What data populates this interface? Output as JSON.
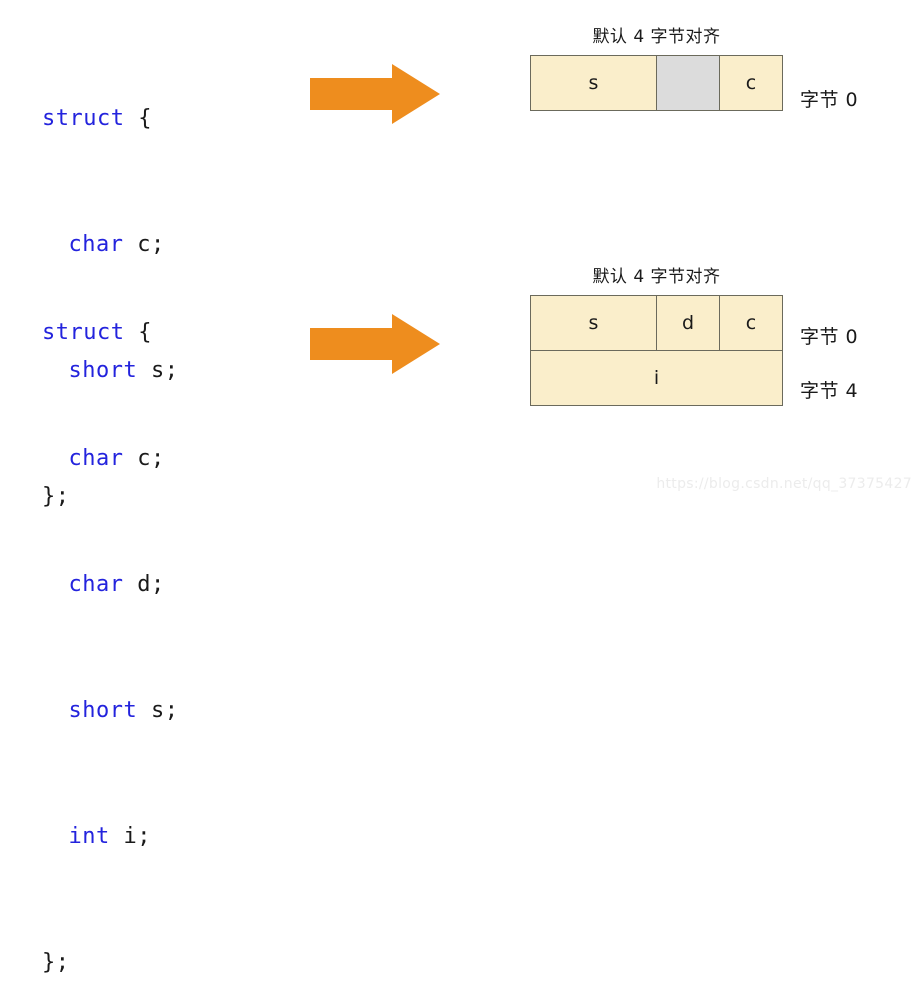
{
  "colors": {
    "keyword": "#2323dd",
    "plain": "#1a1a1a",
    "arrow": "#ee8d1e",
    "cell_fill": "#faeecb",
    "padding_fill": "#dcdcdc",
    "cell_border": "#6b6a5c",
    "watermark": "#ececec"
  },
  "code_blocks": [
    {
      "id": "struct-1",
      "lines": [
        {
          "keyword": "struct",
          "rest": " {"
        },
        {
          "indent": true,
          "keyword": "char",
          "rest": " c;"
        },
        {
          "indent": true,
          "keyword": "short",
          "rest": " s;"
        },
        {
          "keyword": "",
          "rest": "};"
        }
      ]
    },
    {
      "id": "struct-2",
      "lines": [
        {
          "keyword": "struct",
          "rest": " {"
        },
        {
          "indent": true,
          "keyword": "char",
          "rest": " c;"
        },
        {
          "indent": true,
          "keyword": "char",
          "rest": " d;"
        },
        {
          "indent": true,
          "keyword": "short",
          "rest": " s;"
        },
        {
          "indent": true,
          "keyword": "int",
          "rest": " i;"
        },
        {
          "keyword": "",
          "rest": "};"
        }
      ]
    }
  ],
  "code_text": {
    "b1_l1_kw": "struct",
    "b1_l1_rest": " {",
    "b1_l2_kw": "char",
    "b1_l2_rest": " c;",
    "b1_l3_kw": "short",
    "b1_l3_rest": " s;",
    "b1_l4_rest": "};",
    "b2_l1_kw": "struct",
    "b2_l1_rest": " {",
    "b2_l2_kw": "char",
    "b2_l2_rest": " c;",
    "b2_l3_kw": "char",
    "b2_l3_rest": " d;",
    "b2_l4_kw": "short",
    "b2_l4_rest": " s;",
    "b2_l5_kw": "int",
    "b2_l5_rest": " i;",
    "b2_l6_rest": "};"
  },
  "diagrams": [
    {
      "id": "diagram-1",
      "title": "默认 4 字节对齐",
      "rows": [
        {
          "label": "字节 0",
          "cells": [
            {
              "text": "s",
              "span": 2,
              "kind": "field"
            },
            {
              "text": "",
              "span": 1,
              "kind": "padding"
            },
            {
              "text": "c",
              "span": 1,
              "kind": "field"
            }
          ]
        }
      ]
    },
    {
      "id": "diagram-2",
      "title": "默认 4 字节对齐",
      "rows": [
        {
          "label": "字节 0",
          "cells": [
            {
              "text": "s",
              "span": 2,
              "kind": "field"
            },
            {
              "text": "d",
              "span": 1,
              "kind": "field"
            },
            {
              "text": "c",
              "span": 1,
              "kind": "field"
            }
          ]
        },
        {
          "label": "字节 4",
          "cells": [
            {
              "text": "i",
              "span": 4,
              "kind": "field"
            }
          ]
        }
      ]
    }
  ],
  "diagram_text": {
    "d1_title": "默认 4 字节对齐",
    "d1_cell_s": "s",
    "d1_cell_pad": "",
    "d1_cell_c": "c",
    "d1_label_0": "字节 0",
    "d2_title": "默认 4 字节对齐",
    "d2_cell_s": "s",
    "d2_cell_d": "d",
    "d2_cell_c": "c",
    "d2_cell_i": "i",
    "d2_label_0": "字节 0",
    "d2_label_4": "字节 4"
  },
  "arrows": [
    {
      "id": "arrow-1",
      "direction": "right",
      "name": "right-arrow-icon"
    },
    {
      "id": "arrow-2",
      "direction": "right",
      "name": "right-arrow-icon"
    }
  ],
  "watermark": {
    "text": "https://blog.csdn.net/qq_37375427"
  }
}
